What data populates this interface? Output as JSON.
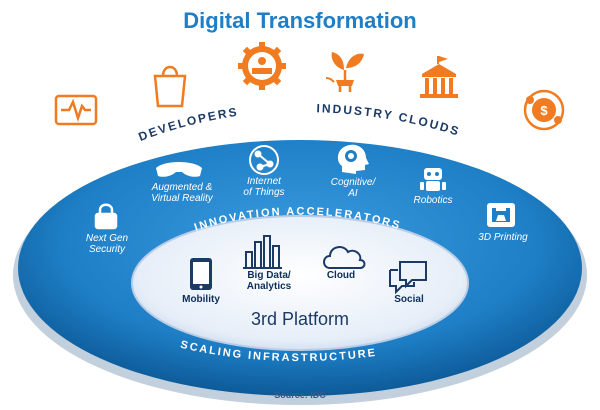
{
  "title": "Digital Transformation",
  "top_arcs": {
    "left": "DEVELOPERS",
    "right": "INDUSTRY CLOUDS"
  },
  "inner_arcs": {
    "top": "INNOVATION ACCELERATORS",
    "bottom": "SCALING INFRASTRUCTURE"
  },
  "accelerators": [
    {
      "id": "security",
      "label_line1": "Next Gen",
      "label_line2": "Security",
      "icon": "lock-icon"
    },
    {
      "id": "ar",
      "label_line1": "Augmented &",
      "label_line2": "Virtual Reality",
      "icon": "vr-goggles-icon"
    },
    {
      "id": "iot",
      "label_line1": "Internet",
      "label_line2": "of Things",
      "icon": "network-globe-icon"
    },
    {
      "id": "cognitive",
      "label_line1": "Cognitive/",
      "label_line2": "AI",
      "icon": "brain-head-icon"
    },
    {
      "id": "robotics",
      "label_line1": "Robotics",
      "label_line2": "",
      "icon": "robot-icon"
    },
    {
      "id": "printing",
      "label_line1": "3D Printing",
      "label_line2": "",
      "icon": "3d-printer-icon"
    }
  ],
  "platform": {
    "title": "3rd Platform",
    "items": [
      {
        "id": "mobility",
        "label_line1": "Mobility",
        "label_line2": "",
        "icon": "smartphone-icon"
      },
      {
        "id": "bigdata",
        "label_line1": "Big Data/",
        "label_line2": "Analytics",
        "icon": "bar-chart-icon"
      },
      {
        "id": "cloud",
        "label_line1": "Cloud",
        "label_line2": "",
        "icon": "cloud-icon"
      },
      {
        "id": "social",
        "label_line1": "Social",
        "label_line2": "",
        "icon": "chat-bubbles-icon"
      }
    ]
  },
  "industry_icons": [
    "heart-monitor-icon",
    "shopping-bag-icon",
    "factory-gear-icon",
    "plant-plug-icon",
    "government-building-icon",
    "finance-globe-icon"
  ],
  "source": "Source: IDC",
  "colors": {
    "title": "#1f7ec6",
    "outer_ring": "#1e7fc6",
    "outer_ring_dark": "#0f5e9e",
    "inner_platform": "#eaf0f8",
    "orange_icons": "#f07b21",
    "dark_text": "#0e2e57"
  }
}
